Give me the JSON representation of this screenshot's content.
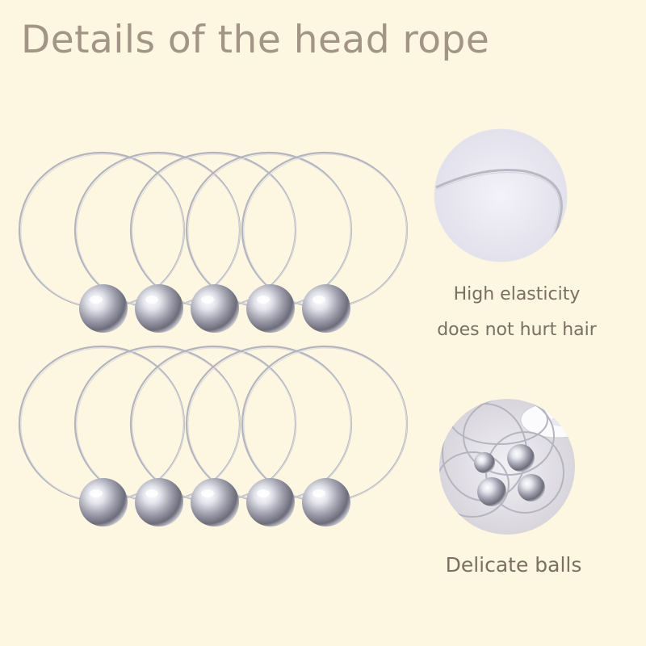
{
  "title": "Details of the head rope",
  "captions": {
    "elasticity_line1": "High elasticity",
    "elasticity_line2": "does not hurt hair",
    "balls": "Delicate balls"
  },
  "colors": {
    "background": "#fdf6e0",
    "title": "#a39585",
    "caption": "#7d6e62",
    "loop": "#b4b4bc",
    "ball": "#a8a8b4"
  },
  "product": {
    "rows": 2,
    "hair_ties_per_row": 5,
    "material": "silver elastic loop with metal ball"
  }
}
